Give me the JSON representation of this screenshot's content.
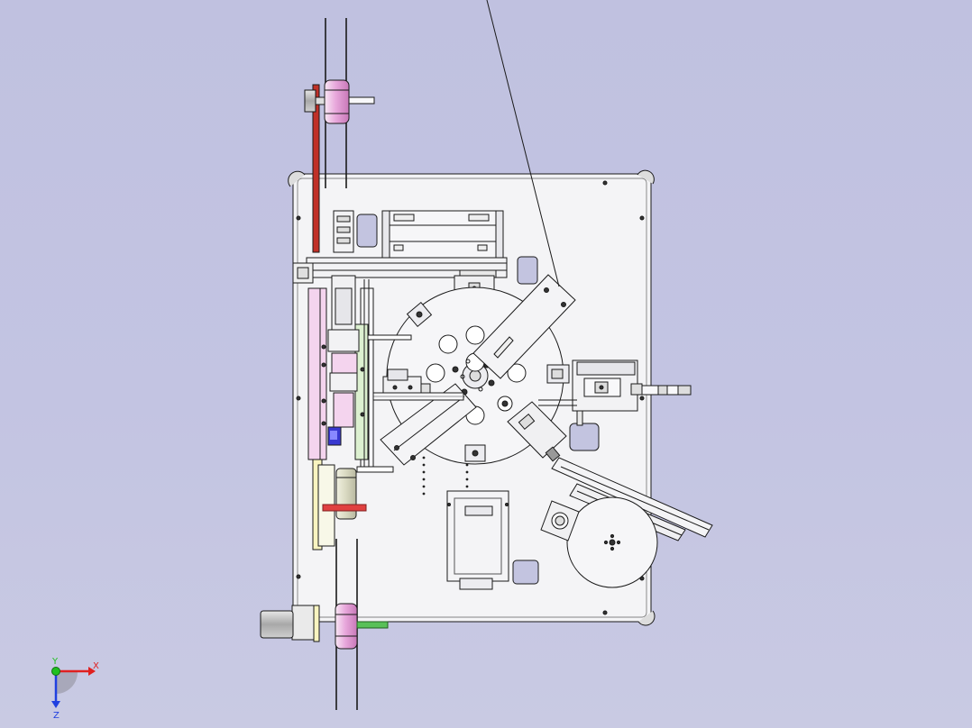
{
  "viewport": {
    "background_color": "#c2c3e1",
    "model_body_color": "#f4f4f6",
    "edge_color": "#1a1a1a",
    "accent_colors": {
      "belt_red": "#c03028",
      "pulley_magenta": "#e8a8dc",
      "plate_pink": "#f4d4ee",
      "plate_green": "#dcf0d0",
      "plate_yellow": "#f8f4c0",
      "rod_green": "#58c058",
      "blue_part": "#3838d0",
      "grey_motor": "#b8b8b8"
    }
  },
  "triad": {
    "x_label": "X",
    "y_label": "Y",
    "z_label": "Z",
    "x_color": "#e02020",
    "y_color": "#20c020",
    "z_color": "#2040e0"
  }
}
